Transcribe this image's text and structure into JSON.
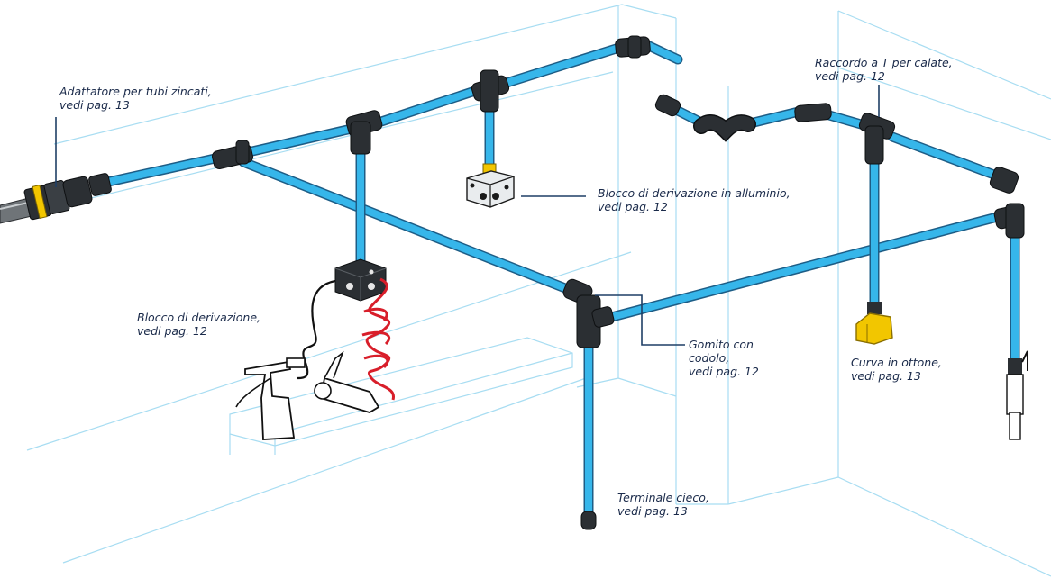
{
  "labels": {
    "adapter": {
      "line1": "Adattatore per tubi zincati,",
      "line2": "vedi pag. 13"
    },
    "tee_drop": {
      "line1": "Raccordo a T per calate,",
      "line2": "vedi pag. 12"
    },
    "aluminium_block": {
      "line1": "Blocco di derivazione in alluminio,",
      "line2": "vedi pag. 12"
    },
    "junction_block": {
      "line1": "Blocco di derivazione,",
      "line2": "vedi pag. 12"
    },
    "elbow_spigot": {
      "line1": "Gomito con",
      "line2": "codolo,",
      "line3": "vedi pag. 12"
    },
    "brass_bend": {
      "line1": "Curva in ottone,",
      "line2": "vedi pag. 13"
    },
    "end_cap": {
      "line1": "Terminale cieco,",
      "line2": "vedi pag. 13"
    }
  },
  "colors": {
    "pipe": "#36b6ea",
    "pipe_edge": "#1d5d86",
    "fitting": "#2b2f33",
    "room_lines": "#a8ddf2",
    "brass": "#f2c600",
    "hose": "#d81e2a",
    "label_text": "#1a2a4a"
  },
  "icons": [
    "spray-gun-icon",
    "blow-gun-icon",
    "coiled-hose-icon",
    "ball-valve-icon"
  ]
}
